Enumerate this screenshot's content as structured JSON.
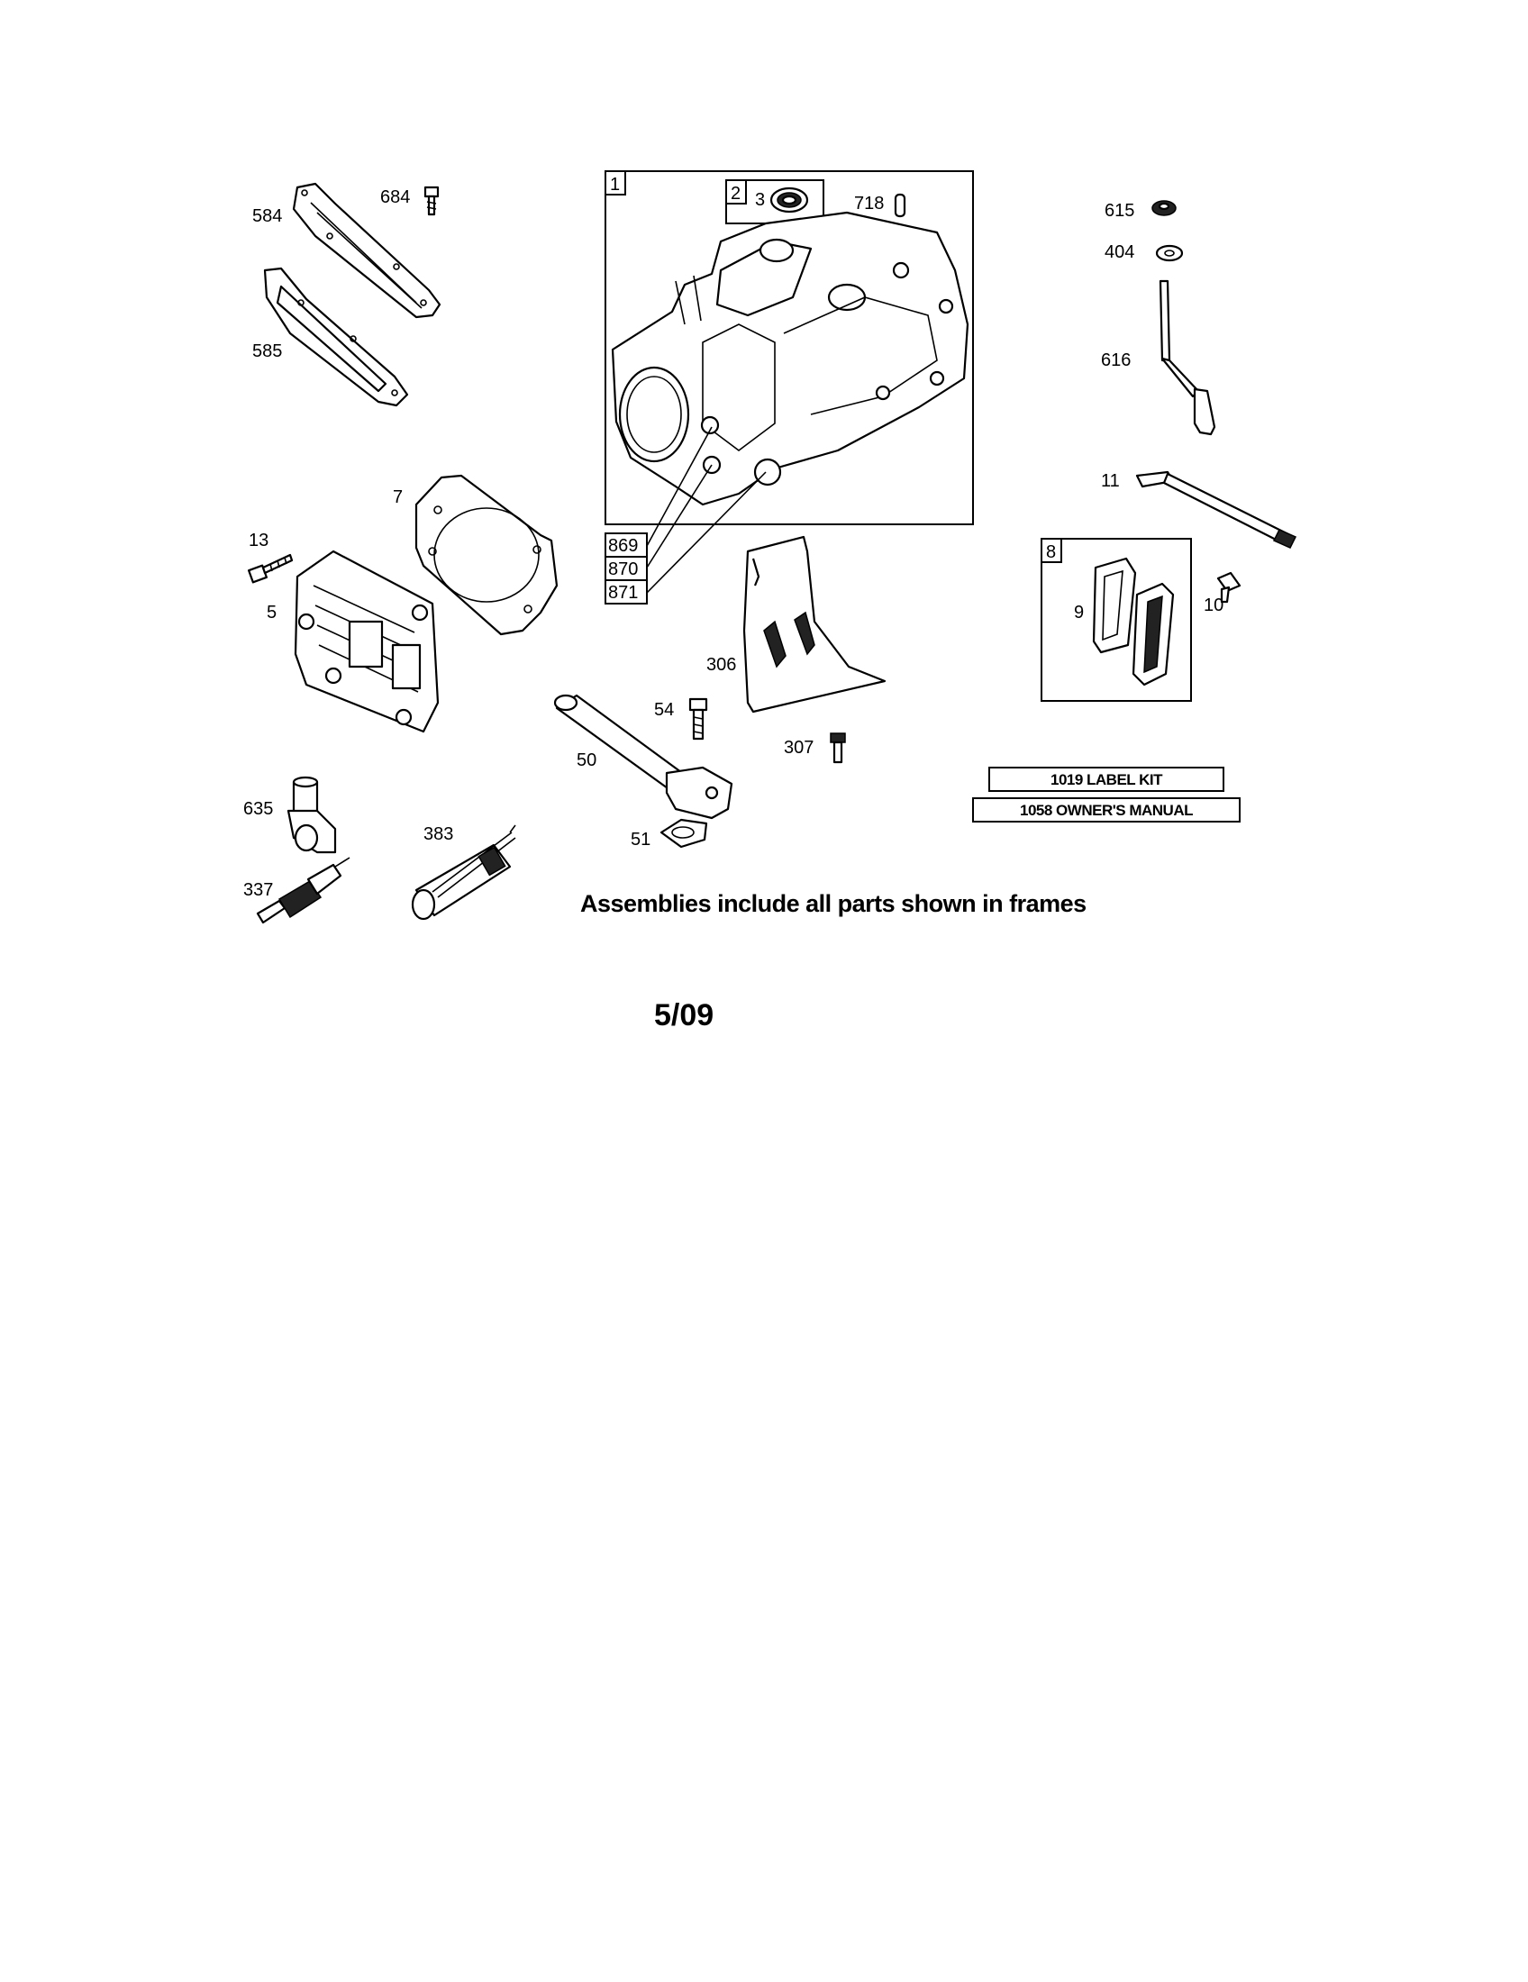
{
  "labels": {
    "p584": "584",
    "p684": "684",
    "p585": "585",
    "p7": "7",
    "p13": "13",
    "p5": "5",
    "p635": "635",
    "p337": "337",
    "p383": "383",
    "p50": "50",
    "p54": "54",
    "p51": "51",
    "p306": "306",
    "p307": "307",
    "p1": "1",
    "p2": "2",
    "p3": "3",
    "p718": "718",
    "p869": "869",
    "p870": "870",
    "p871": "871",
    "p615": "615",
    "p404": "404",
    "p616": "616",
    "p11": "11",
    "p8": "8",
    "p9": "9",
    "p10": "10"
  },
  "kits": {
    "label_kit": "1019 LABEL KIT",
    "owners_manual": "1058 OWNER'S MANUAL"
  },
  "note": "Assemblies include all parts shown in frames",
  "date_code": "5/09"
}
